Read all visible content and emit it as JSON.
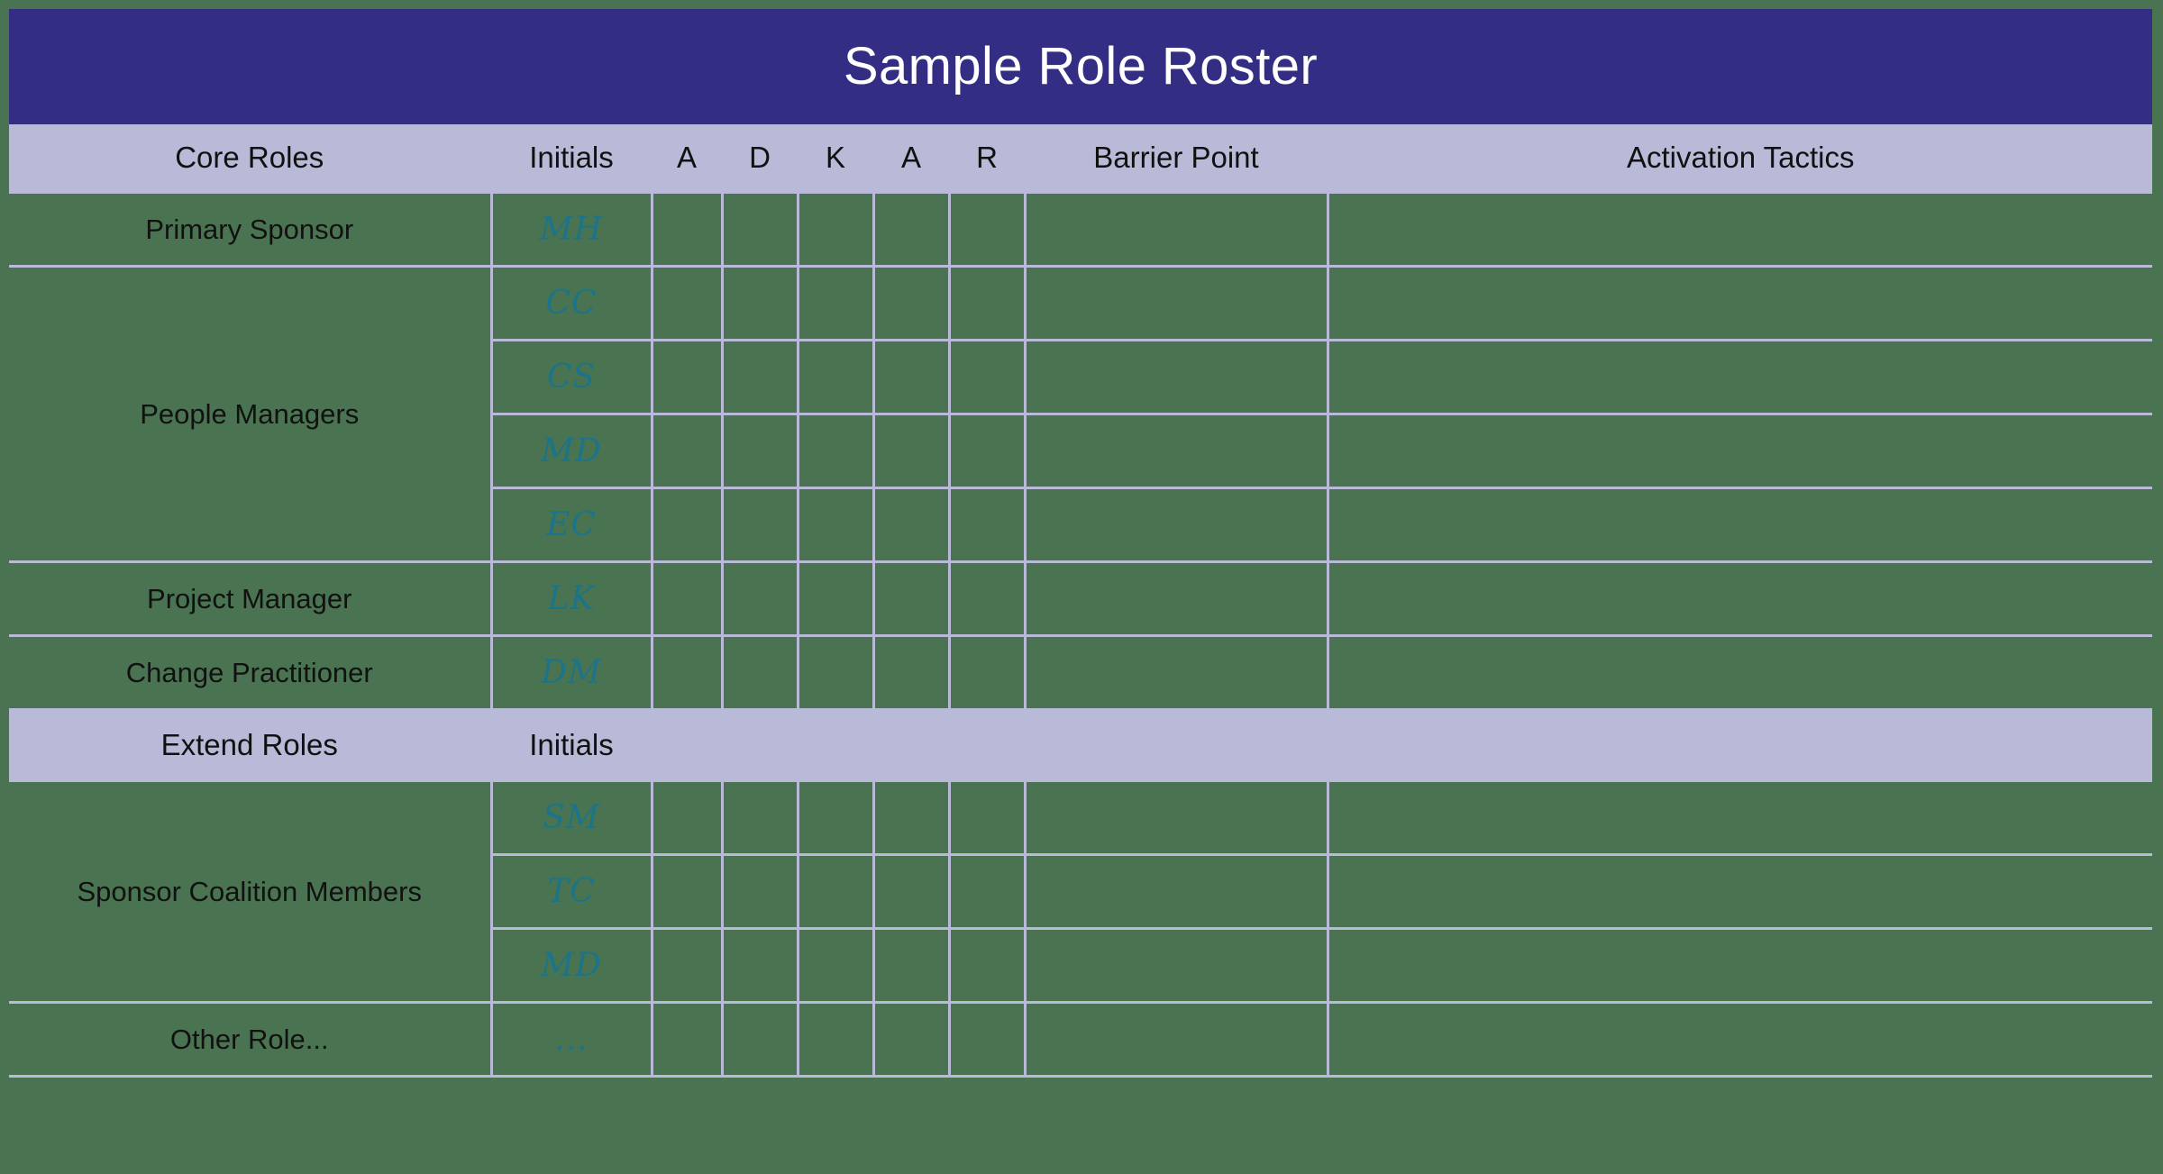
{
  "document": {
    "title": "Sample Role Roster",
    "colors": {
      "title_bar": "#332E83",
      "header_band": "#B8BAD8",
      "body_cell": "#4A7351",
      "grid_line": "#B8BAD8",
      "initials_text": "#1B7489",
      "title_text": "#FFFFFF",
      "body_text": "#111111"
    }
  },
  "header": {
    "core_roles": "Core Roles",
    "initials": "Initials",
    "adkar": [
      "A",
      "D",
      "K",
      "A",
      "R"
    ],
    "barrier_point": "Barrier Point",
    "activation_tactics": "Activation Tactics"
  },
  "banner": {
    "extend_roles": "Extend Roles",
    "initials": "Initials"
  },
  "core_section": {
    "rows": [
      {
        "role": "Primary Sponsor",
        "rowspan": 1,
        "initials": [
          "MH"
        ]
      },
      {
        "role": "People Managers",
        "rowspan": 4,
        "initials": [
          "CC",
          "CS",
          "MD",
          "EC"
        ]
      },
      {
        "role": "Project Manager",
        "rowspan": 1,
        "initials": [
          "LK"
        ]
      },
      {
        "role": "Change Practitioner",
        "rowspan": 1,
        "initials": [
          "DM"
        ]
      }
    ]
  },
  "extend_section": {
    "rows": [
      {
        "role": "Sponsor Coalition Members",
        "rowspan": 3,
        "initials": [
          "SM",
          "TC",
          "MD"
        ]
      },
      {
        "role": "Other Role...",
        "rowspan": 1,
        "initials": [
          "..."
        ]
      }
    ]
  },
  "flat_rows": [
    {
      "role": "Primary Sponsor",
      "initials": "MH"
    },
    {
      "role": "People Managers",
      "initials": "CC"
    },
    {
      "role": "",
      "initials": "CS"
    },
    {
      "role": "",
      "initials": "MD"
    },
    {
      "role": "",
      "initials": "EC"
    },
    {
      "role": "Project Manager",
      "initials": "LK"
    },
    {
      "role": "Change Practitioner",
      "initials": "DM"
    },
    {
      "role": "Sponsor Coalition Members",
      "initials": "SM"
    },
    {
      "role": "",
      "initials": "TC"
    },
    {
      "role": "",
      "initials": "MD"
    },
    {
      "role": "Other Role...",
      "initials": "..."
    }
  ]
}
